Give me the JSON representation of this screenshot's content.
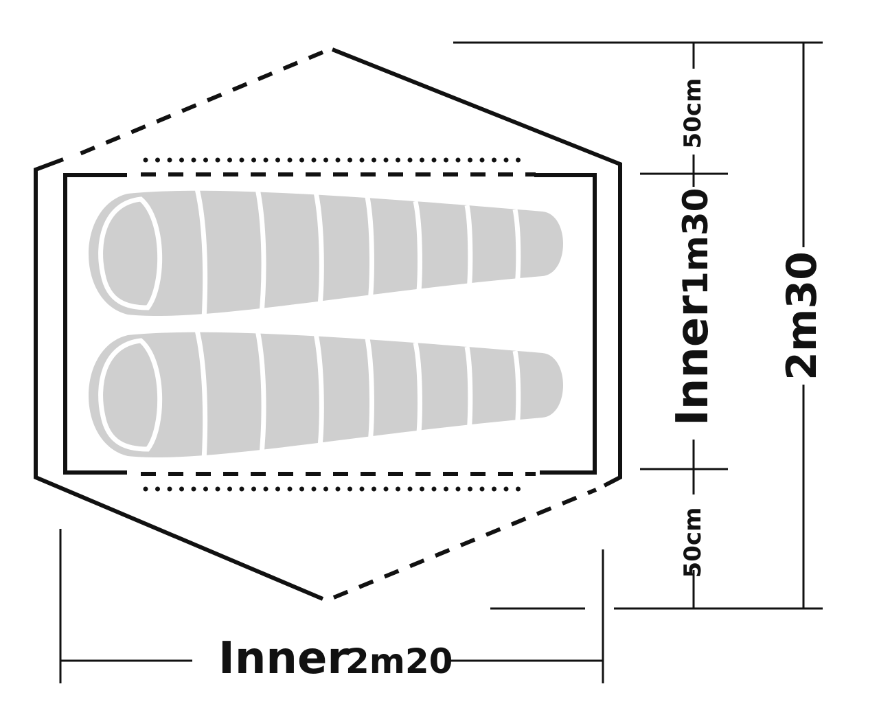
{
  "labels": {
    "inner_length_word": "Inner",
    "inner_length_value": "2m20",
    "inner_width_word": "Inner",
    "inner_width_value": "1m30",
    "total_width": "2m30",
    "vestibule_top": "50cm",
    "vestibule_bottom": "50cm"
  },
  "colors": {
    "line": "#111111",
    "sleeping_bag": "#cfcfcf",
    "background": "#ffffff"
  },
  "sleeping_bags": 2
}
